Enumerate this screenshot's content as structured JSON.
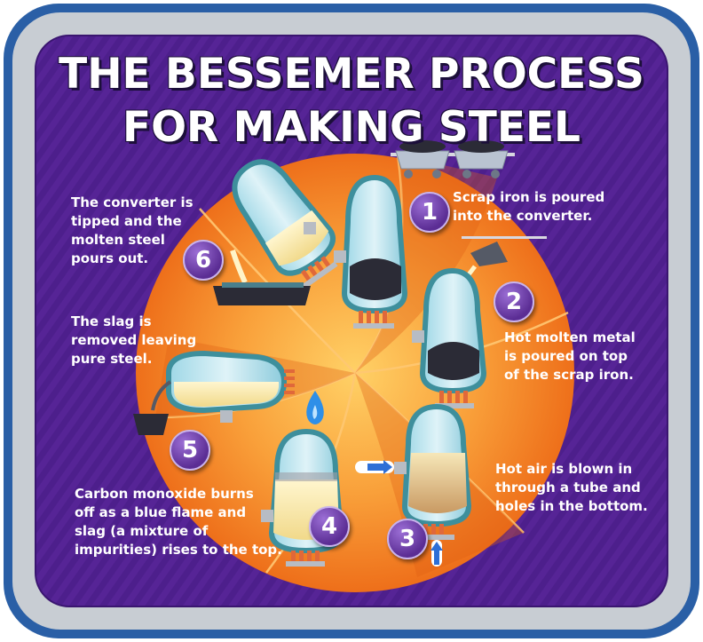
{
  "title": {
    "line1": "THE BESSEMER PROCESS",
    "line2": "FOR MAKING STEEL"
  },
  "steps": [
    {
      "number": "1",
      "caption": "Scrap iron is poured\ninto the converter."
    },
    {
      "number": "2",
      "caption": "Hot molten metal\nis poured on top\nof the scrap iron."
    },
    {
      "number": "3",
      "caption": "Hot air is blown in\nthrough a tube and\nholes in the bottom."
    },
    {
      "number": "4",
      "caption": "Carbon monoxide burns\noff as a blue flame and\nslag (a mixture of\nimpurities) rises to the top."
    },
    {
      "number": "5",
      "caption": "The slag is\nremoved leaving\npure steel."
    },
    {
      "number": "6",
      "caption": "The converter is\ntipped and the\nmolten steel\npours out."
    }
  ],
  "colors": {
    "frame_outer": "#2a5fa6",
    "frame_inner": "#c8cdd3",
    "panel_background": "#4d1f8c",
    "wheel_orange": "#f47a1f",
    "wheel_light": "#ffb347",
    "converter_shell": "#5fb7c4",
    "molten_metal": "#fbe8a8",
    "scrap_iron": "#2b2b36",
    "flame_blue": "#2e8fe8",
    "number_badge": "#6a3aa6"
  },
  "icons": [
    "rail-car-icon",
    "ladle-icon",
    "air-arrow-icon",
    "blue-flame-icon",
    "slag-bucket-icon",
    "mold-tray-icon"
  ]
}
